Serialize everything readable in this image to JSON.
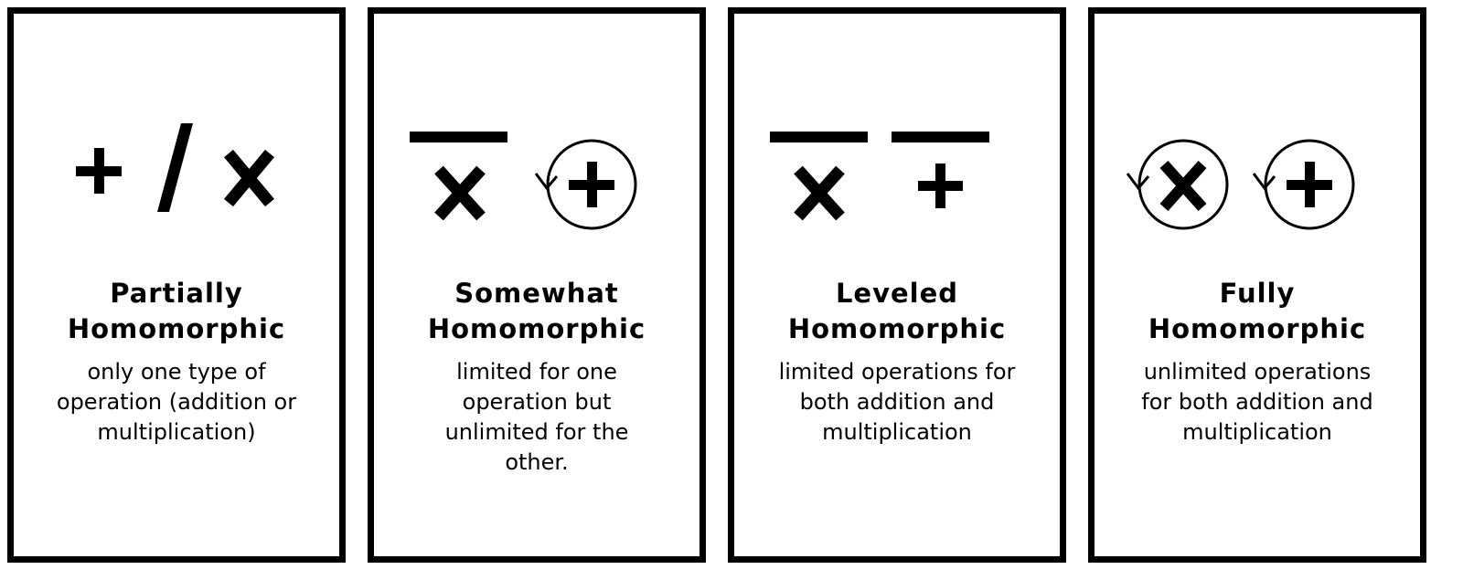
{
  "cards": [
    {
      "title_line1": "Partially",
      "title_line2": "Homomorphic",
      "desc_lines": [
        "only one type of",
        "operation (addition or",
        "multiplication)"
      ],
      "icons": [
        "plus-icon",
        "slash-icon",
        "times-icon"
      ]
    },
    {
      "title_line1": "Somewhat",
      "title_line2": "Homomorphic",
      "desc_lines": [
        "limited for one",
        "operation but",
        "unlimited for the",
        "other."
      ],
      "icons": [
        "bounded-times-icon",
        "cycle-plus-icon"
      ]
    },
    {
      "title_line1": "Leveled",
      "title_line2": "Homomorphic",
      "desc_lines": [
        "limited operations for",
        "both addition and",
        "multiplication"
      ],
      "icons": [
        "bounded-times-icon",
        "bounded-plus-icon"
      ]
    },
    {
      "title_line1": "Fully",
      "title_line2": "Homomorphic",
      "desc_lines": [
        "unlimited operations",
        "for both addition and",
        "multiplication"
      ],
      "icons": [
        "cycle-times-icon",
        "cycle-plus-icon"
      ]
    }
  ],
  "colors": {
    "ink": "#000000",
    "background": "#ffffff"
  }
}
